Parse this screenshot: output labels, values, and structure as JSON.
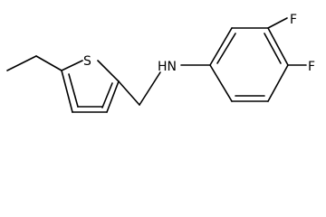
{
  "molecule": {
    "atoms": {
      "sulfur": "S",
      "amine": "HN",
      "fluorine_1": "F",
      "fluorine_2": "F"
    },
    "colors": {
      "bond": "#000000",
      "label": "#000000",
      "background": "#ffffff"
    }
  }
}
